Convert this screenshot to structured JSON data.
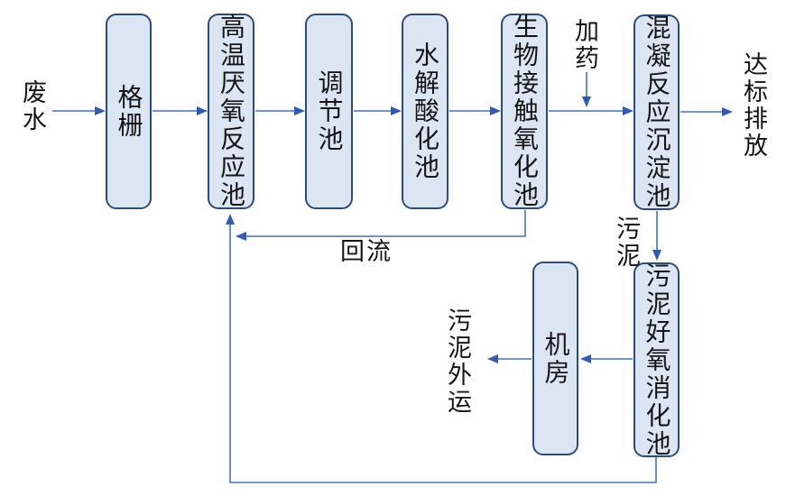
{
  "diagram": {
    "type": "flowchart",
    "description": "Wastewater treatment process flow diagram"
  },
  "nodes": [
    {
      "id": "grille",
      "label": "格栅"
    },
    {
      "id": "anaerobic",
      "label": "高温厌氧反应池"
    },
    {
      "id": "regulating",
      "label": "调节池"
    },
    {
      "id": "hydrolysis",
      "label": "水解酸化池"
    },
    {
      "id": "bio-contact",
      "label": "生物接触氧化池"
    },
    {
      "id": "coagulation",
      "label": "混凝反应沉淀池"
    },
    {
      "id": "machine-room",
      "label": "机房"
    },
    {
      "id": "sludge-digestion",
      "label": "污泥好氧消化池"
    }
  ],
  "labels": {
    "wastewater": "废水",
    "dosing": "加药",
    "discharge": "达标排放",
    "sludge": "污泥",
    "reflux": "回流",
    "sludge_out": "污泥外运"
  },
  "edges": [
    {
      "from": "废水",
      "to": "格栅"
    },
    {
      "from": "格栅",
      "to": "高温厌氧反应池"
    },
    {
      "from": "高温厌氧反应池",
      "to": "调节池"
    },
    {
      "from": "调节池",
      "to": "水解酸化池"
    },
    {
      "from": "水解酸化池",
      "to": "生物接触氧化池"
    },
    {
      "from": "生物接触氧化池",
      "to": "混凝反应沉淀池"
    },
    {
      "from": "加药",
      "to": "生物接触氧化池与混凝反应沉淀池之间管线"
    },
    {
      "from": "混凝反应沉淀池",
      "to": "达标排放"
    },
    {
      "from": "混凝反应沉淀池",
      "to": "污泥好氧消化池",
      "label": "污泥"
    },
    {
      "from": "污泥好氧消化池",
      "to": "机房"
    },
    {
      "from": "机房",
      "to": "污泥外运"
    },
    {
      "from": "生物接触氧化池",
      "to": "高温厌氧反应池",
      "label": "回流"
    },
    {
      "from": "污泥好氧消化池",
      "to": "高温厌氧反应池"
    }
  ],
  "colors": {
    "node_fill": "#dce6f2",
    "node_border": "#2b4d7e",
    "arrow": "#4472c4",
    "arrowhead": "#2f5bb7",
    "text": "#151515",
    "background": "#ffffff"
  }
}
